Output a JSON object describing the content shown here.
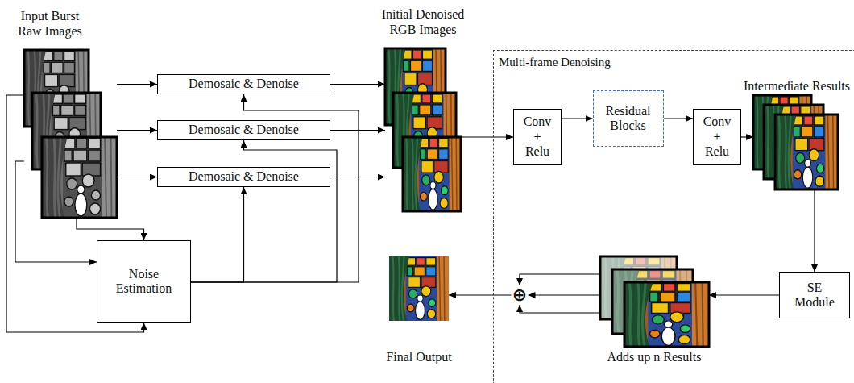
{
  "diagram": {
    "nodes": [
      {
        "text": [
          "Input Burst Raw Images"
        ]
      },
      {
        "text": [
          "Demosaic & Denoise"
        ]
      },
      {
        "text": [
          "Demosaic & Denoise"
        ]
      },
      {
        "text": [
          "Demosaic & Denoise"
        ]
      },
      {
        "text": [
          "Noise Estimation"
        ]
      },
      {
        "text": [
          "Initial Denoised RGB Images"
        ]
      },
      {
        "text": [
          "Multi-frame Denoising"
        ]
      },
      {
        "text": [
          "Conv + Relu"
        ],
        "in": 6
      },
      {
        "text": [
          "Residual Blocks"
        ],
        "in": 6
      },
      {
        "text": [
          "Conv + Relu"
        ],
        "in": 6
      },
      {
        "text": [
          "Intermediate Results"
        ],
        "in": 6
      },
      {
        "text": [
          "SE Module"
        ],
        "in": 6
      },
      {
        "text": [
          "Adds up n Results"
        ],
        "in": 6
      },
      {
        "text": [
          "⊕"
        ],
        "in": 6
      },
      {
        "text": [
          "Final Output"
        ]
      }
    ],
    "edges": [
      {
        "from": 0,
        "to": 1,
        "arrow": "to"
      },
      {
        "from": 0,
        "to": 2,
        "arrow": "to"
      },
      {
        "from": 0,
        "to": 3,
        "arrow": "to"
      },
      {
        "from": 0,
        "to": 4,
        "arrow": "to"
      },
      {
        "from": 0,
        "to": 4,
        "arrow": "to"
      },
      {
        "from": 0,
        "to": 4,
        "arrow": "to"
      },
      {
        "from": 4,
        "to": 1,
        "arrow": "to"
      },
      {
        "from": 4,
        "to": 2,
        "arrow": "to"
      },
      {
        "from": 4,
        "to": 3,
        "arrow": "to"
      },
      {
        "from": 1,
        "to": 5,
        "arrow": "to"
      },
      {
        "from": 2,
        "to": 5,
        "arrow": "to"
      },
      {
        "from": 3,
        "to": 5,
        "arrow": "to"
      },
      {
        "from": 5,
        "to": 7,
        "arrow": "to"
      },
      {
        "from": 7,
        "to": 8,
        "arrow": "to"
      },
      {
        "from": 8,
        "to": 9,
        "arrow": "to"
      },
      {
        "from": 9,
        "to": 10,
        "arrow": "to"
      },
      {
        "from": 10,
        "to": 11,
        "arrow": "to"
      },
      {
        "from": 11,
        "to": 12,
        "arrow": "to"
      },
      {
        "from": 12,
        "to": 13,
        "arrow": "to"
      },
      {
        "from": 12,
        "to": 13,
        "arrow": "to"
      },
      {
        "from": 12,
        "to": 13,
        "arrow": "to"
      },
      {
        "from": 13,
        "to": 14,
        "arrow": "to"
      }
    ]
  }
}
